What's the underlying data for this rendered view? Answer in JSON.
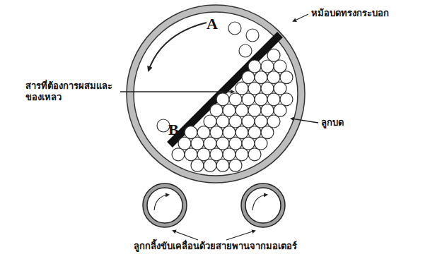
{
  "diagram": {
    "labels": [
      "A",
      "B",
      "หม้อบดทรงกระบอก",
      "สารที่ต้องการผสมและของเหลว",
      "ลูกบด",
      "ลูกกลิ้งขับเคลื่อนด้วยสายพานจากมอเตอร์"
    ]
  }
}
